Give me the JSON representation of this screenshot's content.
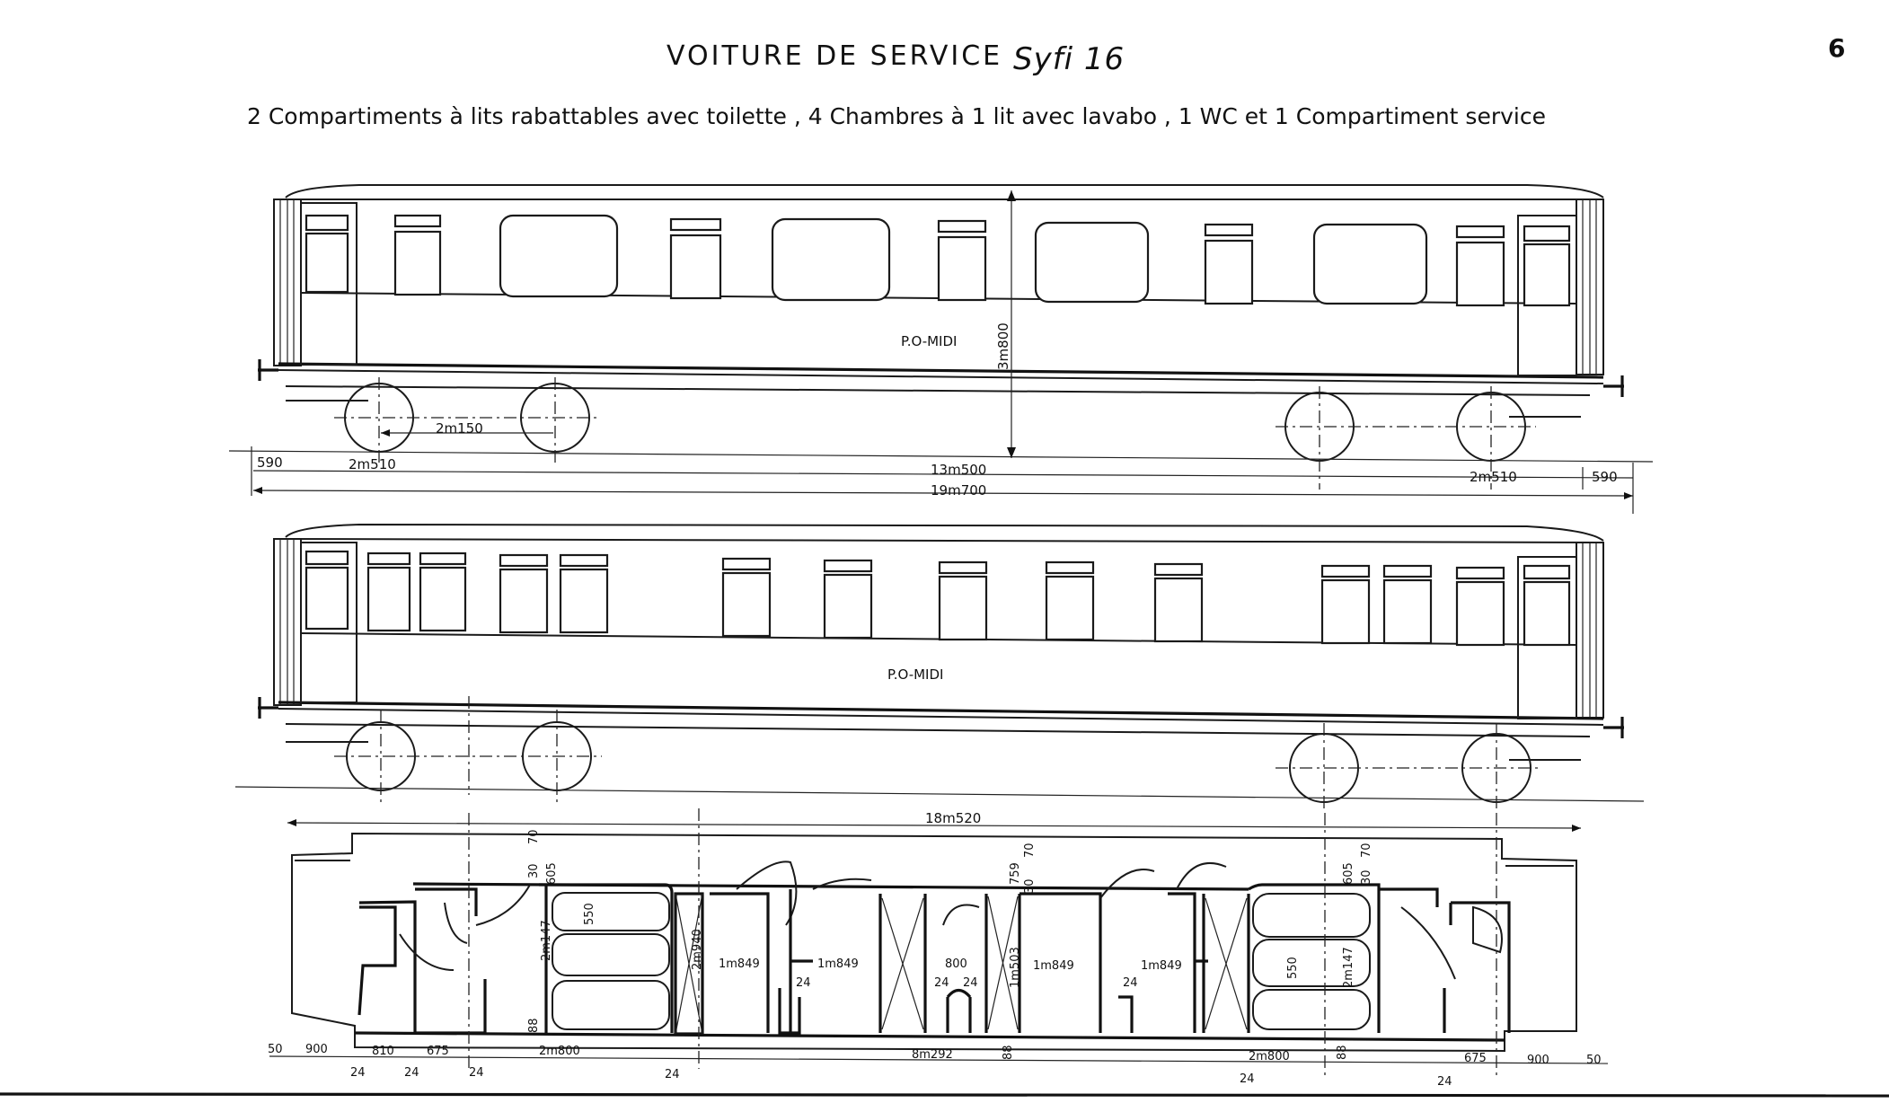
{
  "page_number": "6",
  "title": "VOITURE DE SERVICE",
  "title_code": "Syfi 16",
  "subtitle": "2 Compartiments à lits rabattables avec toilette , 4 Chambres à 1 lit avec lavabo , 1 WC et 1 Compartiment service",
  "marking_top": "P.O-MIDI",
  "marking_bottom": "P.O-MIDI",
  "dims_side": {
    "height": "3m800",
    "bogie_wheelbase": "2m150",
    "overhang_left": "590",
    "overhang_right": "590",
    "bogie_left": "2m510",
    "bogie_right": "2m510",
    "bogie_centres": "13m500",
    "length_buffers": "19m700"
  },
  "dims_plan": {
    "body_length": "18m520",
    "bottom": {
      "d50_left": "50",
      "d900_left": "900",
      "d810": "810",
      "d675_left": "675",
      "d2m800_left": "2m800",
      "d8m292": "8m292",
      "d2m800_right": "2m800",
      "d675_right": "675",
      "d900_right": "900",
      "d50_right": "50",
      "d24_a": "24",
      "d24_b": "24",
      "d24_c": "24",
      "d24_d": "24",
      "d24_e": "24",
      "d24_f": "24",
      "d88_a": "88",
      "d88_b": "88"
    },
    "inner": {
      "d70_left": "70",
      "d30_left": "30",
      "d605_left": "605",
      "d550_left": "550",
      "d2m147_left": "2m147",
      "d88_left": "88",
      "d2m940": "2m940",
      "d1m849_a": "1m849",
      "d1m849_b": "1m849",
      "d1m849_c": "1m849",
      "d1m849_d": "1m849",
      "d800": "800",
      "d24_i1": "24",
      "d24_i2": "24",
      "d24_i3": "24",
      "d24_i4": "24",
      "d1m503": "1m503",
      "d759": "759",
      "d70_mid": "70",
      "d30_mid": "30",
      "d605_right": "605",
      "d30_right": "30",
      "d70_right": "70",
      "d550_right": "550",
      "d2m147_right": "2m147"
    }
  }
}
